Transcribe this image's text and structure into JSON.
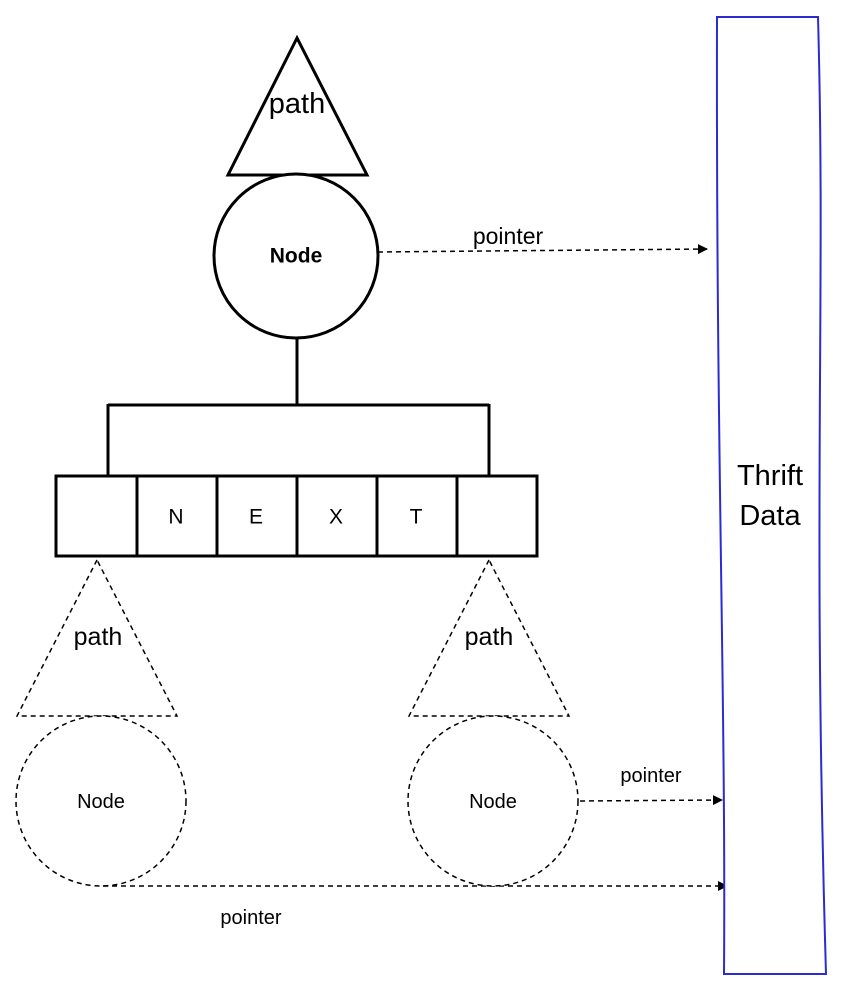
{
  "root": {
    "path_label": "path",
    "node_label": "Node",
    "pointer_label": "pointer"
  },
  "prefix_cells": [
    "",
    "N",
    "E",
    "X",
    "T",
    ""
  ],
  "children": [
    {
      "path_label": "path",
      "node_label": "Node",
      "pointer_label": "pointer"
    },
    {
      "path_label": "path",
      "node_label": "Node",
      "pointer_label": "pointer"
    }
  ],
  "thrift": {
    "line1": "Thrift",
    "line2": "Data"
  },
  "colors": {
    "line": "#000000",
    "thrift_border": "#2b2bd6",
    "background": "#ffffff"
  }
}
